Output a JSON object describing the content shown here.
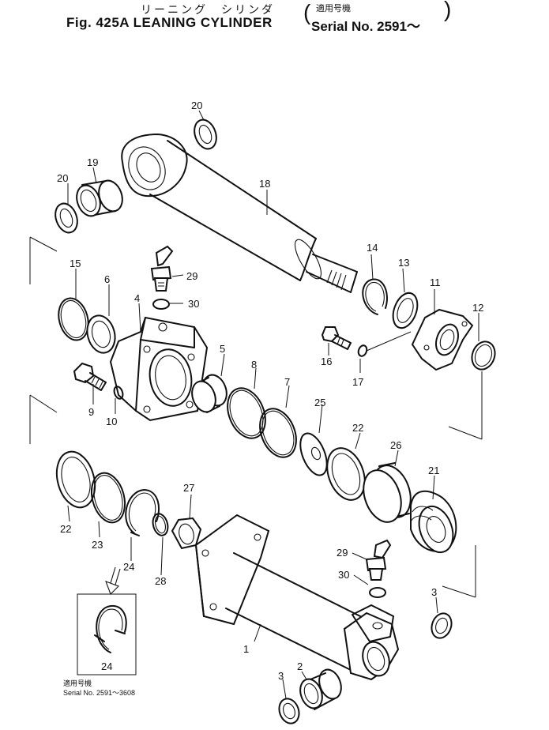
{
  "header": {
    "japanese_title": "リーニング　シリンダ",
    "figure_title": "Fig. 425A LEANING CYLINDER",
    "serial_note": "適用号機",
    "serial_range": "Serial No. 2591～"
  },
  "callouts": {
    "p1": "1",
    "p2": "2",
    "p3": "3",
    "p3b": "3",
    "p4": "4",
    "p5": "5",
    "p6": "6",
    "p7": "7",
    "p8": "8",
    "p9": "9",
    "p10": "10",
    "p11": "11",
    "p12": "12",
    "p13": "13",
    "p14": "14",
    "p15": "15",
    "p16": "16",
    "p17": "17",
    "p18": "18",
    "p19": "19",
    "p20": "20",
    "p20b": "20",
    "p21": "21",
    "p22": "22",
    "p22b": "22",
    "p23": "23",
    "p24": "24",
    "p24b": "24",
    "p25": "25",
    "p26": "26",
    "p27": "27",
    "p28": "28",
    "p29": "29",
    "p29b": "29",
    "p30": "30",
    "p30b": "30"
  },
  "inset": {
    "serial_note": "適用号機",
    "serial_range": "Serial No. 2591～3608"
  }
}
